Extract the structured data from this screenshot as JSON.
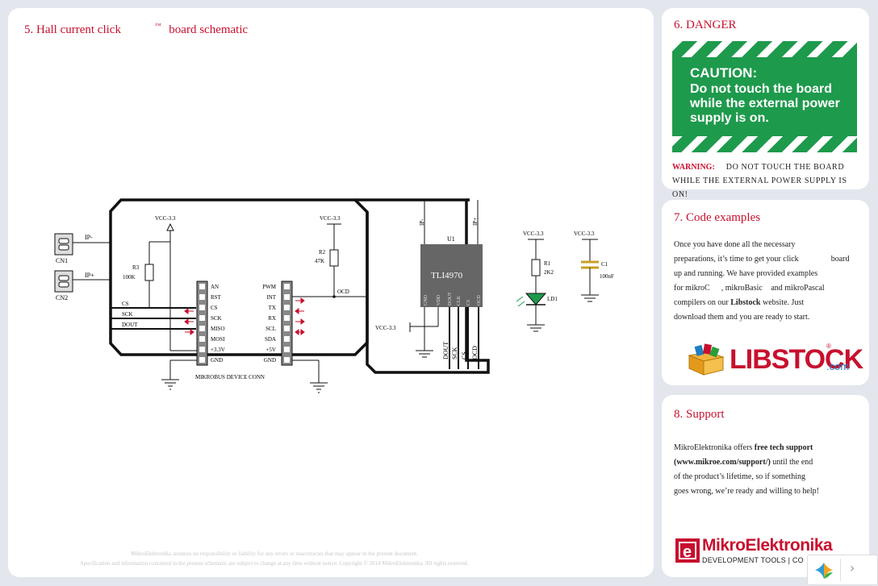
{
  "schematic": {
    "title_part1": "5. Hall current click",
    "title_tm": "™",
    "title_part2": "board schematic",
    "u1_ref": "U1",
    "u1_part": "TLI4970",
    "u1_top_pins": [
      "IP-",
      "IP+"
    ],
    "u1_bottom_pins": [
      "GND",
      "VDD",
      "DOUT",
      "CLK",
      "CS",
      "OCD"
    ],
    "u1_out_labels": [
      "DOUT",
      "SCK",
      "CS",
      "OCD"
    ],
    "cn1": "CN1",
    "cn2": "CN2",
    "ip_minus": "IP-",
    "ip_plus": "IP+",
    "r3_ref": "R3",
    "r3_val": "100K",
    "r2_ref": "R2",
    "r2_val": "47K",
    "r1_ref": "R1",
    "r1_val": "2K2",
    "c1_ref": "C1",
    "c1_val": "100nF",
    "ld1": "LD1",
    "vcc": "VCC-3.3",
    "left_nets": [
      "CS",
      "SCK",
      "DOUT"
    ],
    "ocd_net": "OCD",
    "left_header_pins": [
      "AN",
      "RST",
      "CS",
      "SCK",
      "MISO",
      "MOSI",
      "+3.3V",
      "GND"
    ],
    "right_header_pins": [
      "PWM",
      "INT",
      "TX",
      "RX",
      "SCL",
      "SDA",
      "+5V",
      "GND"
    ],
    "connector_label": "MIKROBUS DEVICE CONN",
    "footnote1": "MikroElektronika assumes no responsibility or liability for any errors or inaccuracies that may appear in the present document.",
    "footnote2": "Specification and information contained in the present schematic are subject to change at any time without notice. Copyright © 2014 MikroElektronika. All rights reserved."
  },
  "danger": {
    "title": "6. DANGER",
    "caution_head": "CAUTION:",
    "caution_body": "Do not touch the board while the external power supply is on.",
    "warning_label": "WARNING:",
    "warning_text": "DO NOT TOUCH THE BOARD WHILE THE EXTERNAL POWER SUPPLY IS ON!"
  },
  "code": {
    "title": "7. Code examples",
    "line1": "Once you have done all the necessary",
    "line2a": "preparations, it’s time to get your click",
    "line2b": "board",
    "line3": "up and running. We have provided examples",
    "line4a": "for mikroC",
    "line4b": ", mikroBasic",
    "line4c": "and mikroPascal",
    "line5a": "compilers on our",
    "line5b": "Libstock",
    "line5c": "website. Just",
    "line6": "download them and you are ready to start.",
    "libstock_word": "LIBSTOCK",
    "libstock_reg": "®",
    "libstock_com": ".com"
  },
  "support": {
    "title": "8. Support",
    "line1a": "MikroElektronika  offers",
    "line1b": "free tech support",
    "line2a": "(www.mikroe.com/support/)",
    "line2b": "until the end",
    "line3": "of the product’s lifetime, so if something",
    "line4": "goes wrong, we’re ready and willing to help!",
    "logo_word": "MikroElektronika",
    "logo_sub": "DEVELOPMENT TOOLS | CO"
  },
  "colors": {
    "accent": "#c8102e",
    "caution_green": "#1e9a4c",
    "link_blue": "#1f7fc1"
  },
  "widget": {
    "next_icon": "chevron-right-icon"
  }
}
